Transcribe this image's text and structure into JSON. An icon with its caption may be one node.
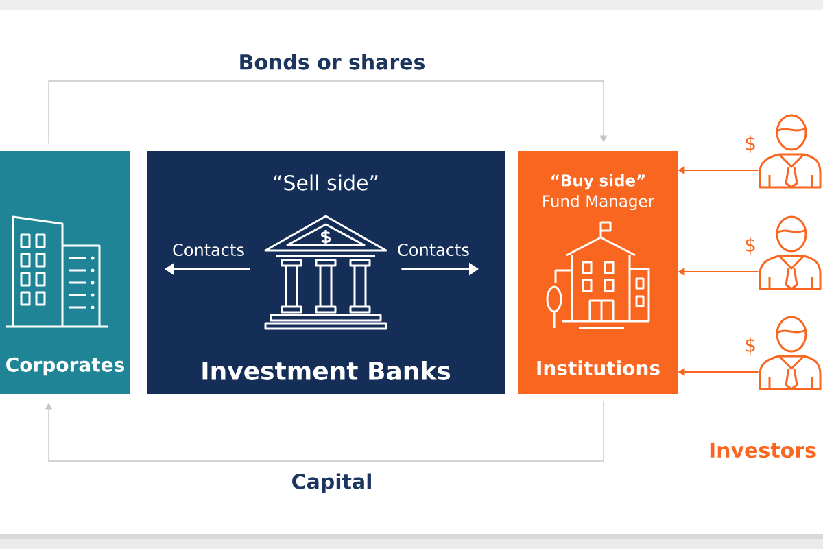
{
  "diagram": {
    "nodes": [
      {
        "text": [
          "Corporates"
        ]
      },
      {
        "text": [
          "“Sell side”",
          "Investment Banks"
        ]
      },
      {
        "text": [],
        "shape": "picture",
        "in": 1
      },
      {
        "text": [
          "**“Buy side”** Fund Manager",
          "Institutions"
        ]
      },
      {
        "text": [],
        "shape": "person"
      },
      {
        "text": [],
        "shape": "person"
      },
      {
        "text": [],
        "shape": "person"
      }
    ],
    "edges": [
      {
        "from": 0,
        "to": 3,
        "arrow": "to",
        "label": "Bonds or shares",
        "color": "#c6c6c6"
      },
      {
        "from": 3,
        "to": 0,
        "arrow": "to",
        "label": "Capital",
        "color": "#c6c6c6"
      },
      {
        "from": 2,
        "to": null,
        "arrow": "to",
        "label": "Contacts",
        "color": "#ffffff"
      },
      {
        "from": 2,
        "to": null,
        "arrow": "to",
        "label": "Contacts",
        "color": "#ffffff"
      },
      {
        "from": 4,
        "to": 3,
        "arrow": "to",
        "label": "$",
        "color": "#f9661f"
      },
      {
        "from": 5,
        "to": 3,
        "arrow": "to",
        "label": "$",
        "color": "#f9661f"
      },
      {
        "from": 6,
        "to": 3,
        "arrow": "to",
        "label": "$",
        "color": "#f9661f"
      }
    ],
    "labels": [
      "Investors"
    ]
  }
}
